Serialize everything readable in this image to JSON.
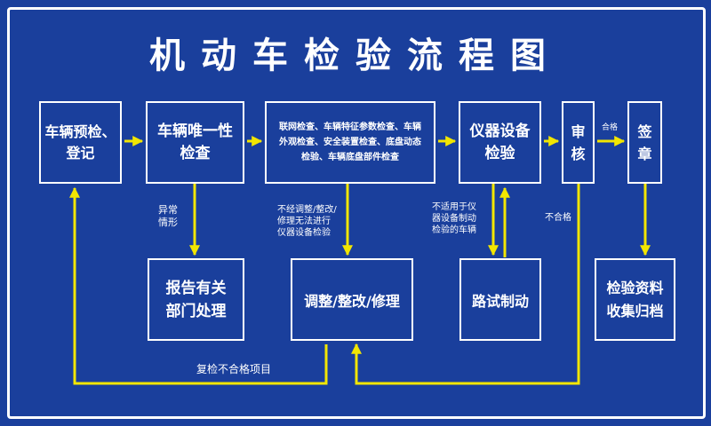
{
  "title": "机动车检验流程图",
  "colors": {
    "background": "#1a3f9c",
    "box_border": "#ffffff",
    "arrow": "#f2e600",
    "text": "#ffffff"
  },
  "boxes": {
    "register": "车辆预检、\n登记",
    "uniqueness": "车辆唯一性\n检查",
    "inspections": "联网检查、车辆特征参数检查、车辆\n外观检查、安全装置检查、底盘动态\n检验、车辆底盘部件检查",
    "instrument": "仪器设备\n检验",
    "review": "审\n核",
    "sign": "签\n章",
    "report": "报告有关\n部门处理",
    "adjust": "调整/整改/修理",
    "road_test": "路试制动",
    "archive": "检验资料\n收集归档"
  },
  "labels": {
    "abnormal": "异常\n情形",
    "no_adjust": "不经调整/整改/\n修理无法进行\n仪器设备检验",
    "not_applicable": "不适用于仪\n器设备制动\n检验的车辆",
    "fail": "不合格",
    "pass": "合格",
    "recheck": "复检不合格项目"
  }
}
